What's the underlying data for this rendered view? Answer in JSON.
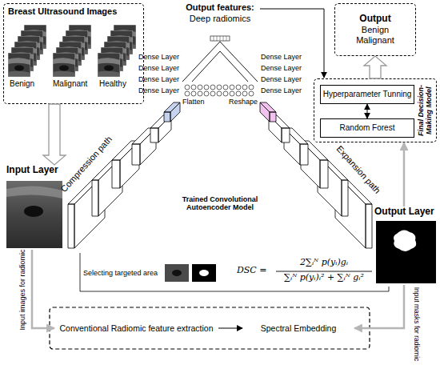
{
  "diagram": {
    "nodes": [
      {
        "text": [
          "Breast Ultrasound Images"
        ]
      },
      {
        "text": [
          "Output",
          "Benign Malignant"
        ]
      },
      {
        "text": [
          "Final Decision-Making Model"
        ]
      },
      {
        "text": [
          "Hyperparameter Tunning"
        ],
        "in": 2
      },
      {
        "text": [
          "Random Forest"
        ],
        "in": 2
      },
      {
        "text": [
          "Input Layer"
        ]
      },
      {
        "text": [
          "Output Layer"
        ]
      },
      {
        "text": [
          "Conventional Radiomic feature extraction"
        ]
      },
      {
        "text": [
          "Spectral Embedding"
        ]
      }
    ],
    "edges": [
      {
        "from": 0,
        "to": 5,
        "arrow": "to"
      },
      {
        "from": 2,
        "to": 1,
        "arrow": "to"
      },
      {
        "from": 3,
        "to": 4,
        "arrow": "both"
      },
      {
        "from": 6,
        "to": 2,
        "arrow": "to"
      },
      {
        "from": 5,
        "to": 7,
        "arrow": "to",
        "label": "Input images for radiomic"
      },
      {
        "from": 6,
        "to": 8,
        "arrow": "to",
        "label": "Input masks for radiomic"
      },
      {
        "from": 7,
        "to": 8,
        "arrow": "to"
      }
    ],
    "labels": [
      "Benign",
      "Malignant",
      "Healthy",
      "Output features:",
      "Deep radiomics",
      "Dense Layer",
      "Dense Layer",
      "Dense Layer",
      "Dense Layer",
      "Dense Layer",
      "Dense Layer",
      "Dense Layer",
      "Dense Layer",
      "Flatten",
      "Reshape",
      "Compression path",
      "Expansion path",
      "Trained Convolutional Autoencoder Model",
      "Selecting targeted area",
      "DSC =",
      "2∑ᵢᴺ p(yᵢ)gᵢ",
      "∑ᵢᴺ p(yᵢ)ᵢ² + ∑ᵢᴺ gᵢ²"
    ]
  }
}
